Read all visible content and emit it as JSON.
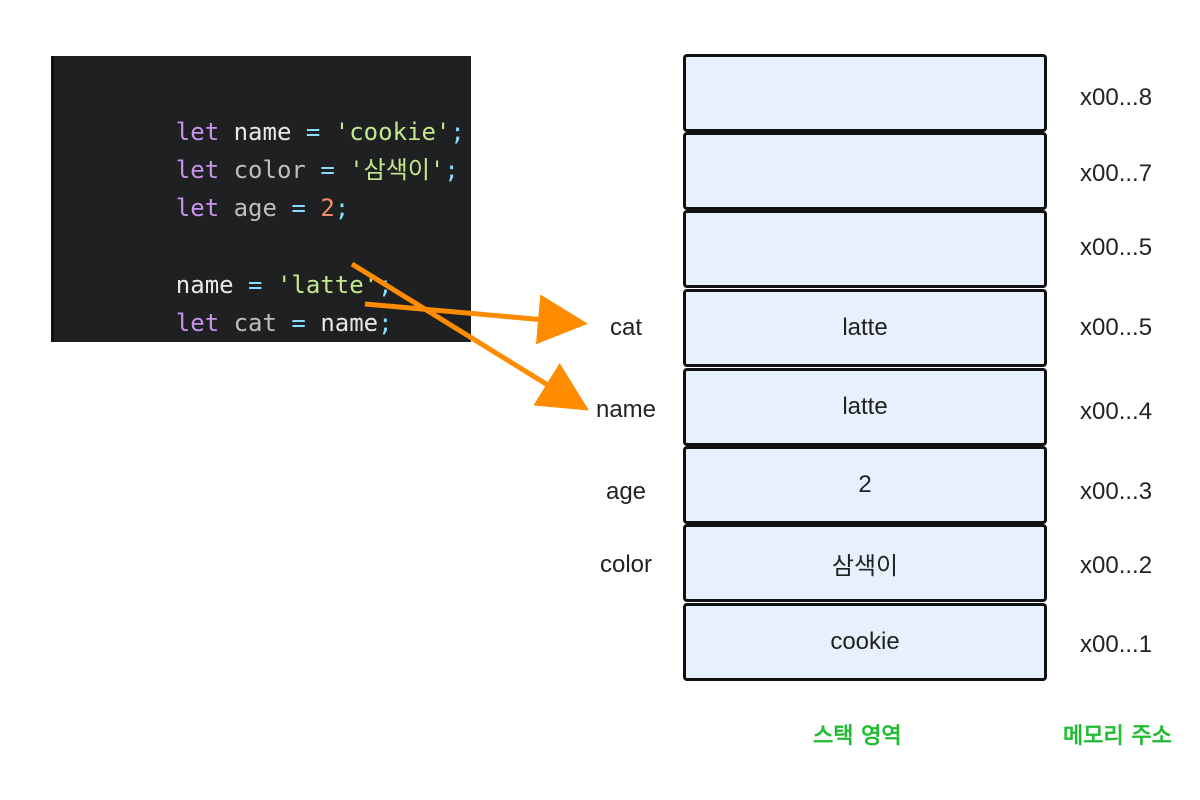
{
  "code": {
    "line1": {
      "kw": "let",
      "name": "name",
      "eq": "=",
      "val": "'cookie'",
      "semi": ";"
    },
    "line2": {
      "kw": "let",
      "name": "color",
      "eq": "=",
      "val": "'삼색이'",
      "semi": ";"
    },
    "line3": {
      "kw": "let",
      "name": "age",
      "eq": "=",
      "val": "2",
      "semi": ";"
    },
    "line4": {
      "name": "name",
      "eq": "=",
      "val": "'latte'",
      "semi": ";"
    },
    "line5": {
      "kw": "let",
      "name": "cat",
      "eq": "=",
      "val": "name",
      "semi": ";"
    }
  },
  "stack": {
    "cells": [
      "",
      "",
      "",
      "latte",
      "latte",
      "2",
      "삼색이",
      "cookie"
    ],
    "variables": {
      "cat": "cat",
      "name": "name",
      "age": "age",
      "color": "color"
    },
    "addresses": [
      "x00...8",
      "x00...7",
      "x00...5",
      "x00...5",
      "x00...4",
      "x00...3",
      "x00...2",
      "x00...1"
    ]
  },
  "captions": {
    "stack": "스택 영역",
    "address": "메모리 주소"
  },
  "colors": {
    "arrow": "#ff8c00",
    "caption": "#22bb33",
    "cell_bg": "#e6f1fd",
    "code_bg": "#1f2021"
  }
}
